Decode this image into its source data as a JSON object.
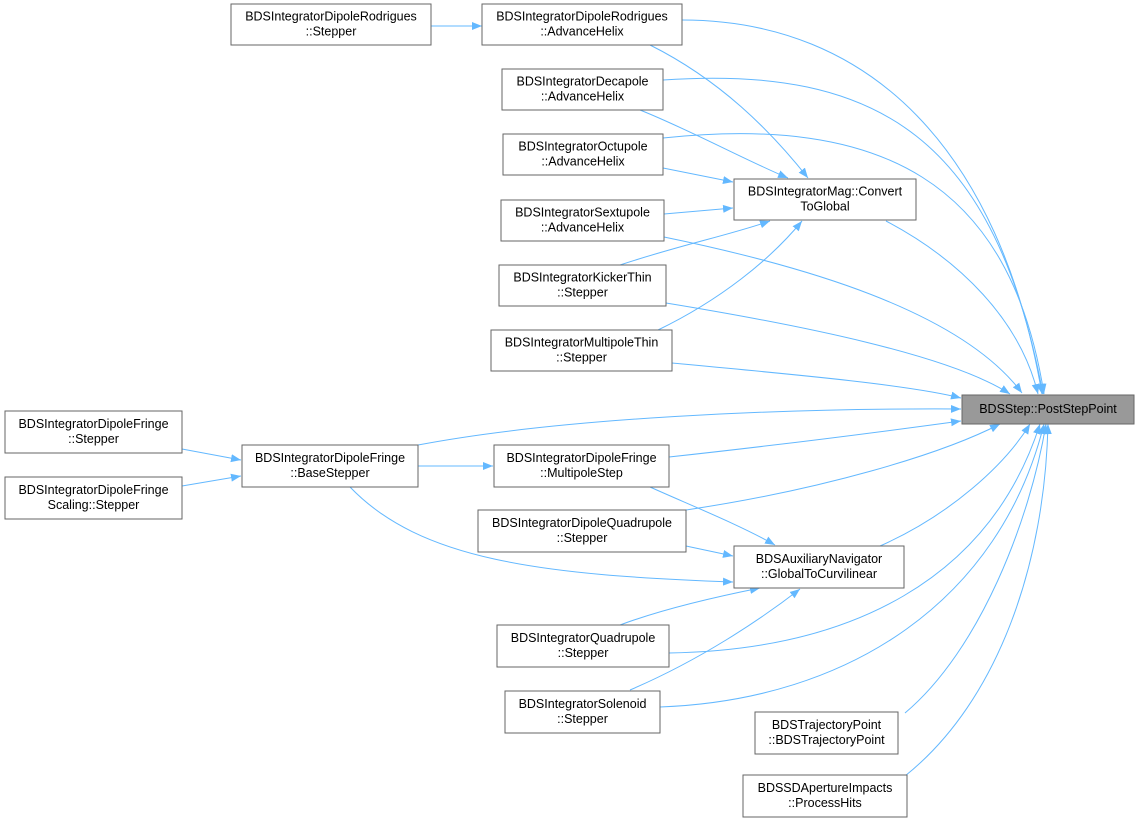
{
  "graph": {
    "edge_color": "#63b8ff",
    "node_border_color": "#666666",
    "root_fill": "#999999",
    "nodes": [
      {
        "id": "poststep",
        "lines": [
          "BDSStep::PostStepPoint"
        ],
        "root": true
      },
      {
        "id": "rodrig_step",
        "lines": [
          "BDSIntegratorDipoleRodrigues",
          "::Stepper"
        ]
      },
      {
        "id": "rodrig_adv",
        "lines": [
          "BDSIntegratorDipoleRodrigues",
          "::AdvanceHelix"
        ]
      },
      {
        "id": "decapole",
        "lines": [
          "BDSIntegratorDecapole",
          "::AdvanceHelix"
        ]
      },
      {
        "id": "octupole",
        "lines": [
          "BDSIntegratorOctupole",
          "::AdvanceHelix"
        ]
      },
      {
        "id": "mag_convert",
        "lines": [
          "BDSIntegratorMag::Convert",
          "ToGlobal"
        ]
      },
      {
        "id": "sextupole",
        "lines": [
          "BDSIntegratorSextupole",
          "::AdvanceHelix"
        ]
      },
      {
        "id": "kicker",
        "lines": [
          "BDSIntegratorKickerThin",
          "::Stepper"
        ]
      },
      {
        "id": "multipole_thin",
        "lines": [
          "BDSIntegratorMultipoleThin",
          "::Stepper"
        ]
      },
      {
        "id": "fringe_step",
        "lines": [
          "BDSIntegratorDipoleFringe",
          "::Stepper"
        ]
      },
      {
        "id": "fringe_scaling",
        "lines": [
          "BDSIntegratorDipoleFringe",
          "Scaling::Stepper"
        ]
      },
      {
        "id": "fringe_base",
        "lines": [
          "BDSIntegratorDipoleFringe",
          "::BaseStepper"
        ]
      },
      {
        "id": "fringe_multi",
        "lines": [
          "BDSIntegratorDipoleFringe",
          "::MultipoleStep"
        ]
      },
      {
        "id": "dipole_quad",
        "lines": [
          "BDSIntegratorDipoleQuadrupole",
          "::Stepper"
        ]
      },
      {
        "id": "aux_nav",
        "lines": [
          "BDSAuxiliaryNavigator",
          "::GlobalToCurvilinear"
        ]
      },
      {
        "id": "quadrupole",
        "lines": [
          "BDSIntegratorQuadrupole",
          "::Stepper"
        ]
      },
      {
        "id": "solenoid",
        "lines": [
          "BDSIntegratorSolenoid",
          "::Stepper"
        ]
      },
      {
        "id": "traj_point",
        "lines": [
          "BDSTrajectoryPoint",
          "::BDSTrajectoryPoint"
        ]
      },
      {
        "id": "aperture",
        "lines": [
          "BDSSDApertureImpacts",
          "::ProcessHits"
        ]
      }
    ],
    "edges": [
      {
        "from": "rodrig_step",
        "to": "rodrig_adv"
      },
      {
        "from": "rodrig_adv",
        "to": "poststep"
      },
      {
        "from": "rodrig_adv",
        "to": "mag_convert"
      },
      {
        "from": "decapole",
        "to": "poststep"
      },
      {
        "from": "decapole",
        "to": "mag_convert"
      },
      {
        "from": "octupole",
        "to": "poststep"
      },
      {
        "from": "octupole",
        "to": "mag_convert"
      },
      {
        "from": "sextupole",
        "to": "mag_convert"
      },
      {
        "from": "sextupole",
        "to": "poststep"
      },
      {
        "from": "kicker",
        "to": "mag_convert"
      },
      {
        "from": "kicker",
        "to": "poststep"
      },
      {
        "from": "multipole_thin",
        "to": "mag_convert"
      },
      {
        "from": "multipole_thin",
        "to": "poststep"
      },
      {
        "from": "mag_convert",
        "to": "poststep"
      },
      {
        "from": "fringe_step",
        "to": "fringe_base"
      },
      {
        "from": "fringe_scaling",
        "to": "fringe_base"
      },
      {
        "from": "fringe_base",
        "to": "poststep"
      },
      {
        "from": "fringe_base",
        "to": "fringe_multi"
      },
      {
        "from": "fringe_base",
        "to": "aux_nav"
      },
      {
        "from": "fringe_multi",
        "to": "poststep"
      },
      {
        "from": "fringe_multi",
        "to": "aux_nav"
      },
      {
        "from": "dipole_quad",
        "to": "poststep"
      },
      {
        "from": "dipole_quad",
        "to": "aux_nav"
      },
      {
        "from": "aux_nav",
        "to": "poststep"
      },
      {
        "from": "quadrupole",
        "to": "aux_nav"
      },
      {
        "from": "quadrupole",
        "to": "poststep"
      },
      {
        "from": "solenoid",
        "to": "aux_nav"
      },
      {
        "from": "solenoid",
        "to": "poststep"
      },
      {
        "from": "traj_point",
        "to": "poststep"
      },
      {
        "from": "aperture",
        "to": "poststep"
      }
    ]
  }
}
